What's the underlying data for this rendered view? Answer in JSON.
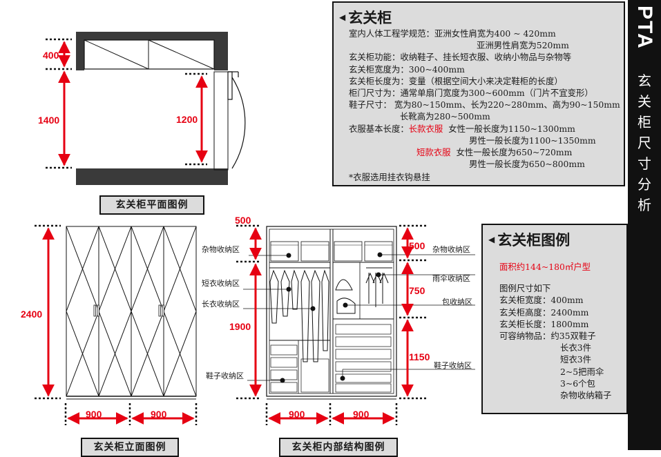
{
  "plan": {
    "dims": [
      "400",
      "1400",
      "1200"
    ],
    "caption": "玄关柜平面图例"
  },
  "elevation": {
    "height": "2400",
    "widths": [
      "900",
      "900"
    ],
    "caption": "玄关柜立面图例"
  },
  "interior": {
    "left_dims": [
      "500",
      "1900"
    ],
    "right_dims": [
      "500",
      "750",
      "1150"
    ],
    "widths": [
      "900",
      "900"
    ],
    "labels": {
      "misc_left": "杂物收纳区",
      "short_coat": "短衣收纳区",
      "long_coat": "长衣收纳区",
      "shoe": "鞋子收纳区",
      "misc_right": "杂物收纳区",
      "umbrella": "雨伞收纳区",
      "bag": "包收纳区",
      "shoe_right": "鞋子收纳区"
    },
    "caption": "玄关柜内部结构图例"
  },
  "spec": {
    "title": "玄关柜",
    "lines": [
      "室内人体工程学规范：亚洲女性肩宽为400 ~ 420mm",
      "亚洲男性肩宽为520mm",
      "玄关柜功能：收纳鞋子、挂长短衣服、收纳小物品与杂物等",
      "玄关柜宽度为：300~400mm",
      "玄关柜长度为：变量（根据空间大小来决定鞋柜的长度）",
      "柜门尺寸为：通常单扇门宽度为300~600mm（门片不宜变形）",
      "鞋子尺寸：  宽为80~150mm、长为220~280mm、高为90~150mm",
      "长靴高为280~500mm"
    ],
    "clothing_label": "衣服基本长度：",
    "long_label": "长款衣服",
    "long_f": "女性一般长度为1150~1300mm",
    "long_m": "男性一般长度为1100~1350mm",
    "short_label": "短款衣服",
    "short_f": "女性一般长度为650~720mm",
    "short_m": "男性一般长度为650~800mm",
    "note": "*衣服选用挂衣钩悬挂"
  },
  "legend": {
    "title": "玄关柜图例",
    "area": "面积约144~180㎡户型",
    "lines": [
      "图例尺寸如下",
      "玄关柜宽度：400mm",
      "玄关柜高度：2400mm",
      "玄关柜长度：1800mm",
      "可容纳物品：约35双鞋子"
    ],
    "items": [
      "长衣3件",
      "短衣3件",
      "2~5把雨伞",
      "3~6个包",
      "杂物收纳箱子"
    ]
  },
  "side": {
    "brand": "PTA",
    "title_chars": [
      "玄",
      "关",
      "柜",
      "尺",
      "寸",
      "分",
      "析"
    ]
  },
  "colors": {
    "dimension": "#e60012",
    "panel": "#dcdcdc",
    "band": "#111111"
  }
}
